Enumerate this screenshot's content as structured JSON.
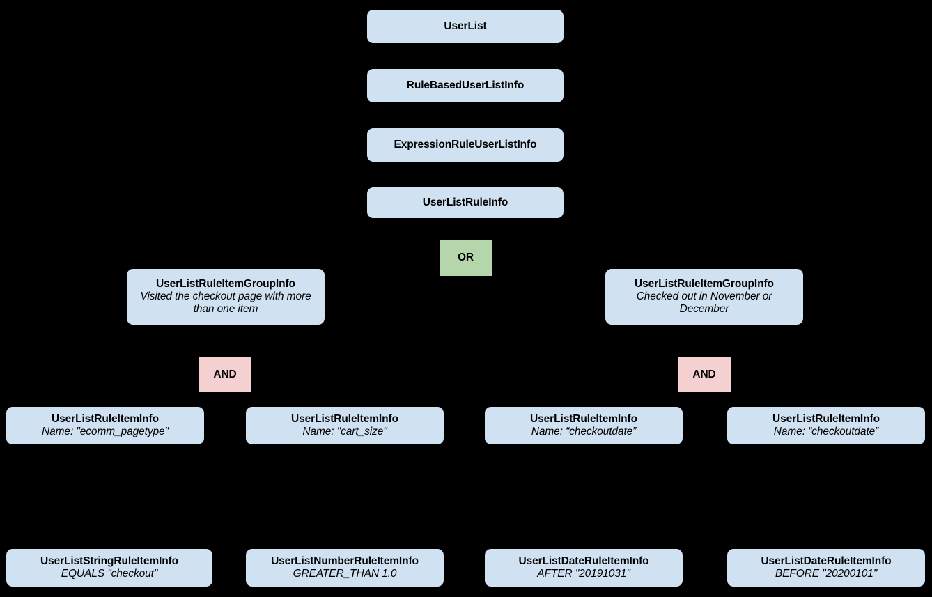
{
  "diagram": {
    "background_color": "#000000",
    "entity_color": "#d0e1f2",
    "or_color": "#b5d6ab",
    "and_color": "#f5d0d0",
    "text_color": "#000000",
    "type": "hierarchy-tree"
  },
  "nodes": {
    "user_list": {
      "title": "UserList"
    },
    "rule_based_user_list_info": {
      "title": "RuleBasedUserListInfo"
    },
    "expression_rule_user_list_info": {
      "title": "ExpressionRuleUserListInfo"
    },
    "user_list_rule_info": {
      "title": "UserListRuleInfo"
    },
    "or_operator": {
      "title": "OR"
    },
    "group_left": {
      "title": "UserListRuleItemGroupInfo",
      "subtitle": "Visited the checkout page with more than one item"
    },
    "group_right": {
      "title": "UserListRuleItemGroupInfo",
      "subtitle": "Checked out in November or December"
    },
    "and_operator_left": {
      "title": "AND"
    },
    "and_operator_right": {
      "title": "AND"
    },
    "rule_item_1": {
      "title": "UserListRuleItemInfo",
      "subtitle": "Name: \"ecomm_pagetype\""
    },
    "rule_item_2": {
      "title": "UserListRuleItemInfo",
      "subtitle": "Name: \"cart_size\""
    },
    "rule_item_3": {
      "title": "UserListRuleItemInfo",
      "subtitle": "Name: “checkoutdate”"
    },
    "rule_item_4": {
      "title": "UserListRuleItemInfo",
      "subtitle": "Name: “checkoutdate”"
    },
    "leaf_1": {
      "title": "UserListStringRuleItemInfo",
      "subtitle": "EQUALS \"checkout\""
    },
    "leaf_2": {
      "title": "UserListNumberRuleItemInfo",
      "subtitle": "GREATER_THAN 1.0"
    },
    "leaf_3": {
      "title": "UserListDateRuleItemInfo",
      "subtitle": "AFTER \"20191031\""
    },
    "leaf_4": {
      "title": "UserListDateRuleItemInfo",
      "subtitle": "BEFORE \"20200101\""
    }
  }
}
